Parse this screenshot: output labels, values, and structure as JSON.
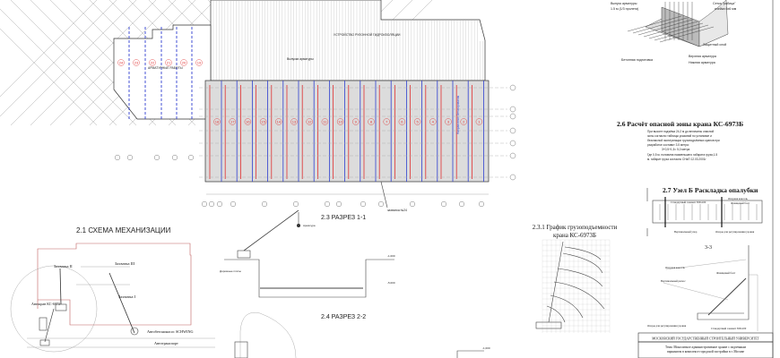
{
  "plan": {
    "hydro_label": "УСТРОЙСТВО РУЛОННОЙ ГИДРОИЗОЛЯЦИИ",
    "rebar_outlet_label": "Выпуски арматуры",
    "rebar_works_label": "АРМАТУРНЫЕ РАБОТЫ",
    "concreting_direction": "Направление бетонирования",
    "zone_label": "захватка №24",
    "strips": [
      "18",
      "17",
      "16",
      "15",
      "14",
      "13",
      "12",
      "11",
      "10",
      "9",
      "8",
      "7",
      "6",
      "5",
      "4",
      "3",
      "2",
      "1"
    ],
    "wing_strips": [
      "24",
      "23",
      "22",
      "21",
      "20",
      "19"
    ],
    "colors": {
      "slab": "#dcdcdc",
      "red": "#e03030",
      "blue": "#3040d0"
    }
  },
  "mechanization": {
    "title": "2.1 СХЕМА МЕХАНИЗАЦИИ",
    "zone2": "Захватка II",
    "zone3": "Захватка III",
    "zone1": "Захватка I",
    "crane": "Автокран КС-6973",
    "pump": "Автобетононасос SCHWING",
    "transport": "Автотранспорт"
  },
  "section11": {
    "title": "2.3 РАЗРЕЗ 1-1",
    "road_plates": "Дорожные плиты",
    "rebar": "Арматура",
    "level_top": "-1,000",
    "level_bottom": "-5,000"
  },
  "section22": {
    "title": "2.4 РАЗРЕЗ 2-2",
    "level_top": "-1,000"
  },
  "crane_chart": {
    "title_line1": "2.3.1 График грузоподъемности",
    "title_line2": "крана КС-6973Б"
  },
  "rebar_detail": {
    "outlet": "Выпуск арматуры",
    "outlet2": "1.5 м (1/3 пролета)",
    "mesh": "Сетка \"рабица\"",
    "mesh2": "ячейка 6х6 мм",
    "cover": "Защитный слой",
    "prep": "Бетонная подготовка",
    "top": "Верхняя арматура",
    "bottom": "Нижняя арматура"
  },
  "danger_zone": {
    "title": "2.6 Расчёт опасной зоны крана КС-6973Б",
    "lines": [
      "При высоте подъёма 24.2 м до величины опасной",
      "зоны согласно таблицы указаний по установке и",
      "безопасной эксплуатации грузоподъёмных кранов при",
      "разработке составит 3.5 метра:",
      "3+0,5+1,5= 5,0 метра",
      "Где 0,5 м. половина наименьшего габарита груза,1.5",
      "м. габарит груза согласно СНиП 12.03.2001г"
    ]
  },
  "formwork": {
    "title": "2.7 Узел Б Раскладка опалубки",
    "standard": "Стандартный элемент 300х100",
    "console": "Опорная консоль",
    "bolt": "Фланцевый болт",
    "stop": "Вертикальный упор",
    "supports": "Опоры для регулирования уровня",
    "section": "3-3",
    "brace": "Вертикальный раскос"
  },
  "title_block": {
    "university": "МОСКОВСКИЙ ГОСУДАРСТВЕННЫЙ СТРОИТЕЛЬНЫЙ УНИВЕРСИТЕТ",
    "topic_line1": "Тема: Монолитное административное здание с подземным",
    "topic_line2": "паркингом в комплексе городской застройки в г. Москве"
  }
}
